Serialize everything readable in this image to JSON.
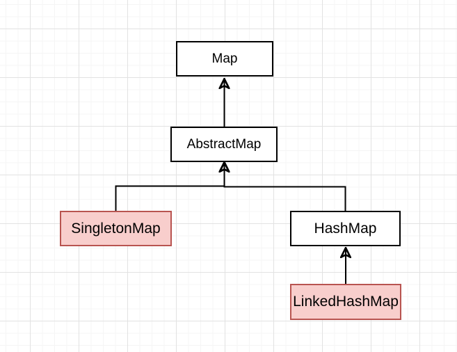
{
  "diagram": {
    "type": "class-hierarchy",
    "nodes": [
      {
        "id": "map",
        "label": "Map",
        "fill": "#ffffff",
        "stroke": "#000000",
        "highlighted": false
      },
      {
        "id": "abstract-map",
        "label": "AbstractMap",
        "fill": "#ffffff",
        "stroke": "#000000",
        "highlighted": false
      },
      {
        "id": "singleton-map",
        "label": "SingletonMap",
        "fill": "#f8cecc",
        "stroke": "#b85450",
        "highlighted": true
      },
      {
        "id": "hash-map",
        "label": "HashMap",
        "fill": "#ffffff",
        "stroke": "#000000",
        "highlighted": false
      },
      {
        "id": "linked-hash-map",
        "label": "LinkedHashMap",
        "fill": "#f8cecc",
        "stroke": "#b85450",
        "highlighted": true
      }
    ],
    "edges": [
      {
        "from": "AbstractMap",
        "to": "Map",
        "arrow": "filled-up"
      },
      {
        "from": "SingletonMap",
        "to": "AbstractMap",
        "arrow": "filled-up"
      },
      {
        "from": "HashMap",
        "to": "AbstractMap",
        "arrow": "filled-up"
      },
      {
        "from": "LinkedHashMap",
        "to": "HashMap",
        "arrow": "filled-up"
      }
    ],
    "colors": {
      "background": "#ffffff",
      "grid_minor": "#f5f5f5",
      "grid_major": "#e2e2e2",
      "node_fill": "#ffffff",
      "node_stroke": "#000000",
      "highlight_fill": "#f8cecc",
      "highlight_stroke": "#b85450",
      "edge": "#000000",
      "text": "#000000"
    }
  }
}
